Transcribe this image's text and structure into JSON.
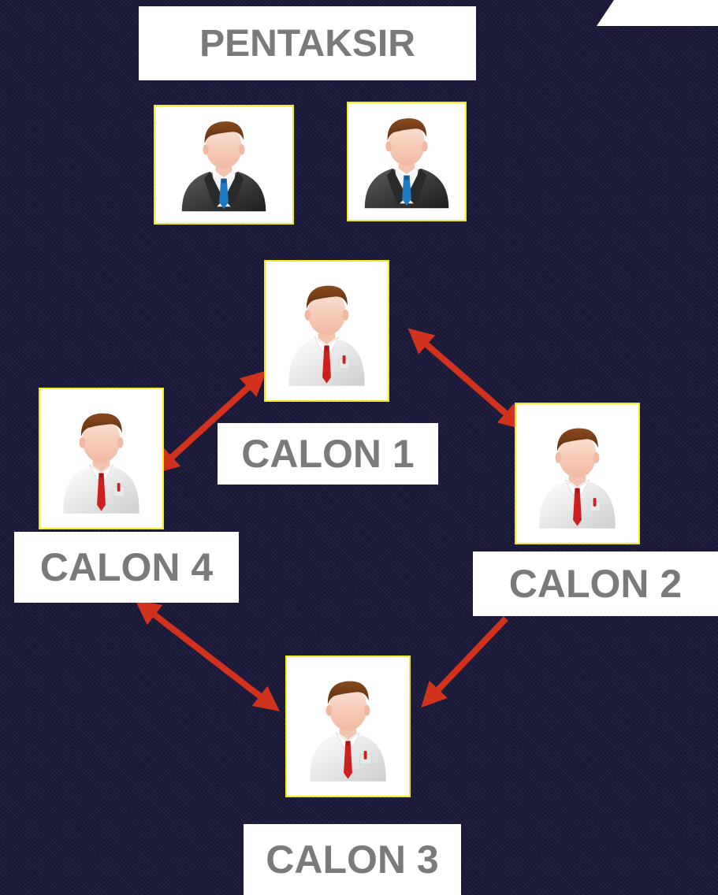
{
  "assessor_heading": "PENTAKSIR",
  "assessors": [
    {
      "icon": "assessor-avatar-icon"
    },
    {
      "icon": "assessor-avatar-icon"
    }
  ],
  "candidates": [
    {
      "label": "CALON 1",
      "icon": "candidate-avatar-icon"
    },
    {
      "label": "CALON 2",
      "icon": "candidate-avatar-icon"
    },
    {
      "label": "CALON 3",
      "icon": "candidate-avatar-icon"
    },
    {
      "label": "CALON 4",
      "icon": "candidate-avatar-icon"
    }
  ],
  "connections": [
    {
      "from": "CALON 1",
      "to": "CALON 4",
      "type": "bidirectional"
    },
    {
      "from": "CALON 1",
      "to": "CALON 2",
      "type": "bidirectional"
    },
    {
      "from": "CALON 4",
      "to": "CALON 3",
      "type": "bidirectional"
    },
    {
      "from": "CALON 2",
      "to": "CALON 3",
      "type": "directed"
    }
  ],
  "colors": {
    "background": "#1c1a3b",
    "frame_border": "#f2ea1c",
    "arrow": "#d0321e",
    "label_text": "#7a7a7a",
    "label_bg": "#ffffff"
  }
}
